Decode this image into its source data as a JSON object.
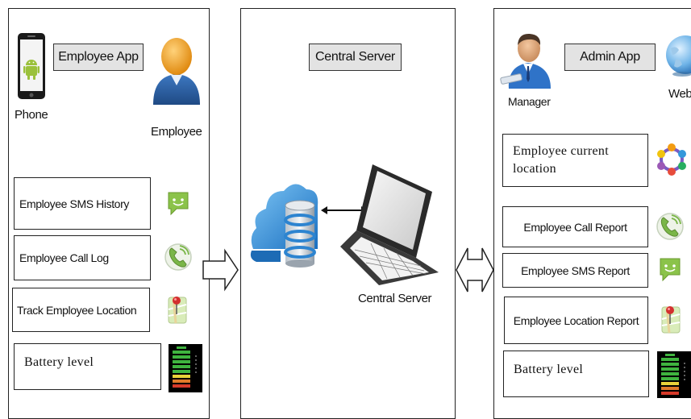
{
  "left": {
    "header": "Employee App",
    "phone_caption": "Phone",
    "employee_caption": "Employee",
    "features": [
      "Employee SMS History",
      "Employee Call Log",
      "Track Employee Location",
      "Battery level"
    ]
  },
  "center": {
    "header": "Central Server",
    "server_caption": "Central Server"
  },
  "right": {
    "header": "Admin App",
    "manager_caption": "Manager",
    "web_caption": "Web",
    "location_box": "Employee current location",
    "features": [
      "Employee Call Report",
      "Employee SMS Report",
      "Employee Location Report",
      "Battery level"
    ]
  },
  "icons": [
    "android-phone-icon",
    "employee-avatar-icon",
    "sms-icon",
    "phone-call-icon",
    "map-pin-icon",
    "battery-icon",
    "cloud-database-icon",
    "laptop-icon",
    "manager-avatar-icon",
    "globe-icon",
    "network-ring-icon",
    "double-arrow-icon",
    "block-arrow-icon"
  ],
  "colors": {
    "box_fill": "#e3e3e3",
    "android_green": "#9bc13b",
    "employee_orange": "#f0a020",
    "employee_blue": "#2b5e9e",
    "cloud_blue": "#2f8fd8",
    "sms_green": "#8bc34a"
  }
}
